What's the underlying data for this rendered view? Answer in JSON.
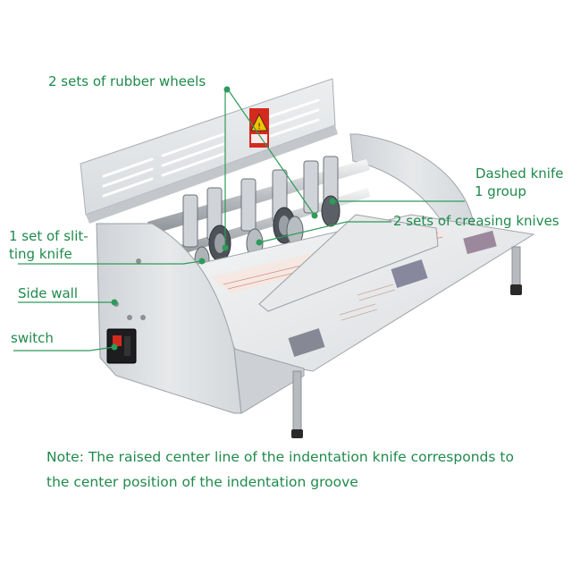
{
  "labels": {
    "rubber_wheels": "2 sets of rubber wheels",
    "dashed_knife_1": "Dashed knife",
    "dashed_knife_2": "1 group",
    "creasing_knives": "2 sets of creasing knives",
    "slitting_1": "1 set of slit-",
    "slitting_2": "ting knife",
    "side_wall": "Side wall",
    "switch": "switch"
  },
  "note": {
    "line1": "Note: The raised center line of the indentation knife corresponds to",
    "line2": "the center position of the indentation groove"
  },
  "colors": {
    "label_green": "#1f8a4c",
    "leader_green": "#2e9b5a",
    "warning_red": "#d42a1e",
    "machine_body": "#e4e6e8"
  }
}
